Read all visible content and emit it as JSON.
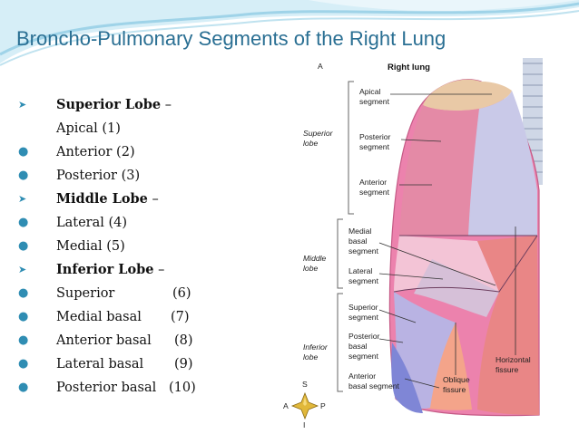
{
  "slide": {
    "title": "Broncho-Pulmonary Segments of the Right Lung",
    "colors": {
      "title": "#2a6f93",
      "bullet": "#2f8db3",
      "accent_wave": "#7fc4de"
    }
  },
  "bullets": [
    {
      "marker": "arrow",
      "text": "Superior Lobe",
      "suffix": " –",
      "bold": true
    },
    {
      "marker": "none",
      "text": "Apical  (1)"
    },
    {
      "marker": "dot",
      "text": "Anterior (2)"
    },
    {
      "marker": "dot",
      "text": "Posterior (3)"
    },
    {
      "marker": "arrow",
      "text": "Middle Lobe",
      "suffix": " –",
      "bold": true
    },
    {
      "marker": "dot",
      "text": "Lateral (4)"
    },
    {
      "marker": "dot",
      "text": "Medial (5)"
    },
    {
      "marker": "arrow",
      "text": "Inferior Lobe",
      "suffix": " –",
      "bold": true
    },
    {
      "marker": "dot",
      "text": "Superior",
      "num": "(6)"
    },
    {
      "marker": "dot",
      "text": "Medial basal",
      "num": "(7)"
    },
    {
      "marker": "dot",
      "text": "Anterior basal",
      "num": "(8)"
    },
    {
      "marker": "dot",
      "text": "Lateral basal",
      "num": "(9)"
    },
    {
      "marker": "dot",
      "text": "Posterior basal",
      "num": "(10)"
    }
  ],
  "figure": {
    "panel_letter": "A",
    "heading": "Right lung",
    "lobe_labels": {
      "superior": [
        "Superior",
        "lobe"
      ],
      "middle": [
        "Middle",
        "lobe"
      ],
      "inferior": [
        "Inferior",
        "lobe"
      ]
    },
    "segment_labels": {
      "apical": [
        "Apical",
        "segment"
      ],
      "posterior": [
        "Posterior",
        "segment"
      ],
      "anterior": [
        "Anterior",
        "segment"
      ],
      "medial_basal": [
        "Medial",
        "basal",
        "segment"
      ],
      "lateral": [
        "Lateral",
        "segment"
      ],
      "superior": [
        "Superior",
        "segment"
      ],
      "posterior_basal": [
        "Posterior",
        "basal",
        "segment"
      ],
      "anterior_basal": [
        "Anterior",
        "basal segment"
      ],
      "oblique_fissure": [
        "Oblique",
        "fissure"
      ],
      "horizontal_fissure": [
        "Horizontal",
        "fissure"
      ]
    },
    "compass": {
      "top": "S",
      "bottom": "I",
      "left": "A",
      "right": "P"
    },
    "segment_colors": {
      "apical": "#e9c9a6",
      "posterior": "#e48aa6",
      "anterior": "#c9c9e8",
      "lateral": "#f3c4d6",
      "medial": "#d6c0d8",
      "superior": "#b9b3e3",
      "anterior_basal": "#e98686",
      "lateral_basal": "#f4a48a",
      "posterior_basal": "#7f86d6",
      "lung_base": "#ec82ad",
      "trachea": "#cfd7e6"
    }
  }
}
